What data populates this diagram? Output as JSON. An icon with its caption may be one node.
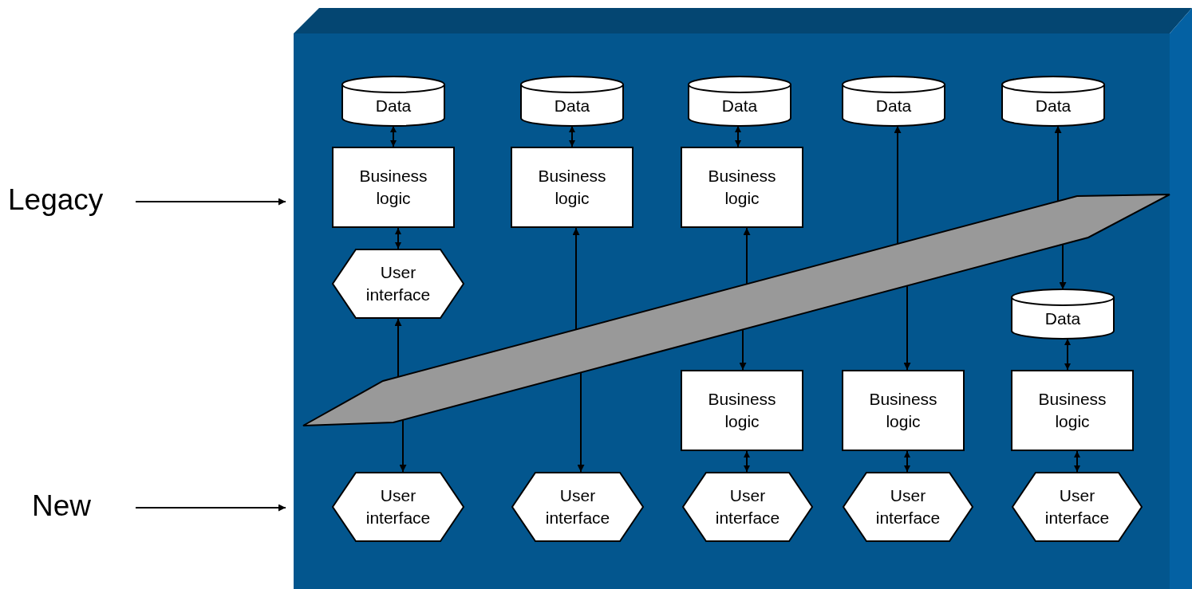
{
  "diagram": {
    "nodes": [
      {
        "text": [
          "Legacy"
        ]
      },
      {
        "text": [
          "New"
        ]
      },
      {
        "text": [],
        "shape": "box"
      },
      {
        "text": [
          "Data"
        ],
        "in": 2
      },
      {
        "text": [
          "Data"
        ],
        "in": 2
      },
      {
        "text": [
          "Data"
        ],
        "in": 2
      },
      {
        "text": [
          "Data"
        ],
        "in": 2
      },
      {
        "text": [
          "Data"
        ],
        "in": 2
      },
      {
        "text": [
          "Business logic"
        ],
        "in": 2
      },
      {
        "text": [
          "Business logic"
        ],
        "in": 2
      },
      {
        "text": [
          "Business logic"
        ],
        "in": 2
      },
      {
        "text": [
          "User interface"
        ],
        "in": 2
      },
      {
        "text": [],
        "shape": "bar",
        "in": 2
      },
      {
        "text": [
          "Data"
        ],
        "in": 2
      },
      {
        "text": [
          "Business logic"
        ],
        "in": 2
      },
      {
        "text": [
          "Business logic"
        ],
        "in": 2
      },
      {
        "text": [
          "Business logic"
        ],
        "in": 2
      },
      {
        "text": [
          "User interface"
        ],
        "in": 2
      },
      {
        "text": [
          "User interface"
        ],
        "in": 2
      },
      {
        "text": [
          "User interface"
        ],
        "in": 2
      },
      {
        "text": [
          "User interface"
        ],
        "in": 2
      },
      {
        "text": [
          "User interface"
        ],
        "in": 2
      }
    ],
    "edges": [
      {
        "from": 0,
        "to": 2,
        "arrow": "to"
      },
      {
        "from": 1,
        "to": 2,
        "arrow": "to"
      },
      {
        "from": 3,
        "to": 8,
        "arrow": "both"
      },
      {
        "from": 8,
        "to": 11,
        "arrow": "both"
      },
      {
        "from": 4,
        "to": 9,
        "arrow": "both"
      },
      {
        "from": 5,
        "to": 10,
        "arrow": "both"
      },
      {
        "from": 12,
        "to": 11,
        "arrow": "to"
      },
      {
        "from": 12,
        "to": 17,
        "arrow": "to"
      },
      {
        "from": 12,
        "to": 9,
        "arrow": "to"
      },
      {
        "from": 12,
        "to": 18,
        "arrow": "to"
      },
      {
        "from": 12,
        "to": 10,
        "arrow": "to"
      },
      {
        "from": 12,
        "to": 14,
        "arrow": "to"
      },
      {
        "from": 12,
        "to": 6,
        "arrow": "to"
      },
      {
        "from": 12,
        "to": 15,
        "arrow": "to"
      },
      {
        "from": 12,
        "to": 7,
        "arrow": "to"
      },
      {
        "from": 12,
        "to": 13,
        "arrow": "to"
      },
      {
        "from": 13,
        "to": 16,
        "arrow": "both"
      },
      {
        "from": 14,
        "to": 19,
        "arrow": "both"
      },
      {
        "from": 15,
        "to": 20,
        "arrow": "both"
      },
      {
        "from": 16,
        "to": 21,
        "arrow": "both"
      }
    ]
  }
}
